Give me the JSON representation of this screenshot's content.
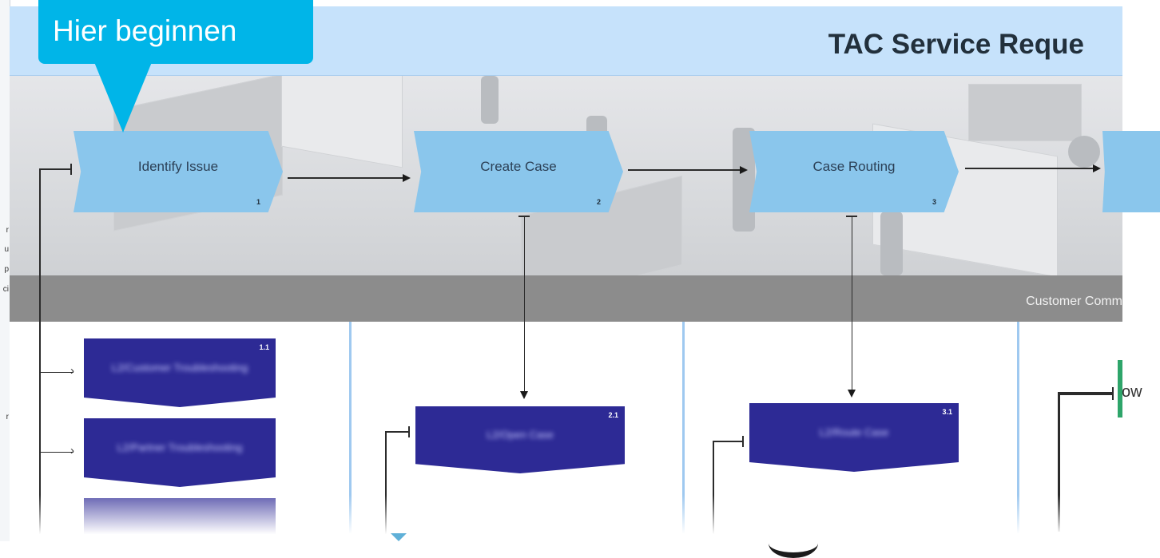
{
  "callout": {
    "text": "Hier beginnen"
  },
  "header": {
    "title": "TAC Service Reque"
  },
  "lane": {
    "label": "Customer Comm"
  },
  "steps": [
    {
      "label": "Identify Issue",
      "number": "1"
    },
    {
      "label": "Create Case",
      "number": "2"
    },
    {
      "label": "Case Routing",
      "number": "3"
    }
  ],
  "substeps": [
    {
      "number": "1.1",
      "blurred_text": "L2/Customer Troubleshooting"
    },
    {
      "number": "",
      "blurred_text": "L2/Partner Troubleshooting"
    },
    {
      "number": "2.1",
      "blurred_text": "L2/Open Case"
    },
    {
      "number": "3.1",
      "blurred_text": "L2/Route Case"
    }
  ],
  "right_fragment": {
    "text": "ow"
  },
  "left_fragments": [
    "r",
    "u",
    "p",
    "ci",
    "r"
  ],
  "colors": {
    "callout": "#00b5e8",
    "title_band": "#c6e2fb",
    "chevron": "#8ac6ec",
    "substep": "#2d2a95",
    "lane_header": "#8c8c8c",
    "lane_divider": "#9fc9f0"
  }
}
